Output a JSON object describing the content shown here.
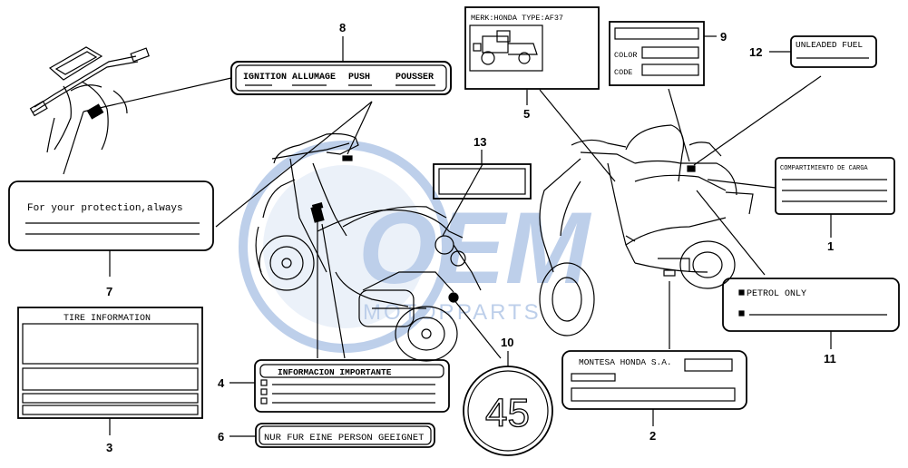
{
  "callouts": [
    "1",
    "2",
    "3",
    "4",
    "5",
    "6",
    "7",
    "8",
    "9",
    "10",
    "11",
    "12",
    "13"
  ],
  "labels": {
    "ignition": [
      "IGNITION",
      "ALLUMAGE",
      "PUSH",
      "POUSSER"
    ],
    "merk": "MERK:HONDA TYPE:AF37",
    "color": "COLOR",
    "code": "CODE",
    "unleaded": "UNLEADED FUEL",
    "compartment": "COMPARTIMIENTO DE CARGA",
    "protection": "For your protection,always",
    "petrol": "PETROL ONLY",
    "tire": "TIRE INFORMATION",
    "informacion": "INFORMACION IMPORTANTE",
    "montesa": "MONTESA HONDA S.A.",
    "nur": "NUR FUR EINE PERSON GEEIGNET",
    "speed": "45"
  },
  "watermark": {
    "brand": "OEM",
    "sub": "MOTORPARTS"
  },
  "colors": {
    "ink": "#000000",
    "watermark_blue": "#6f96d2"
  }
}
